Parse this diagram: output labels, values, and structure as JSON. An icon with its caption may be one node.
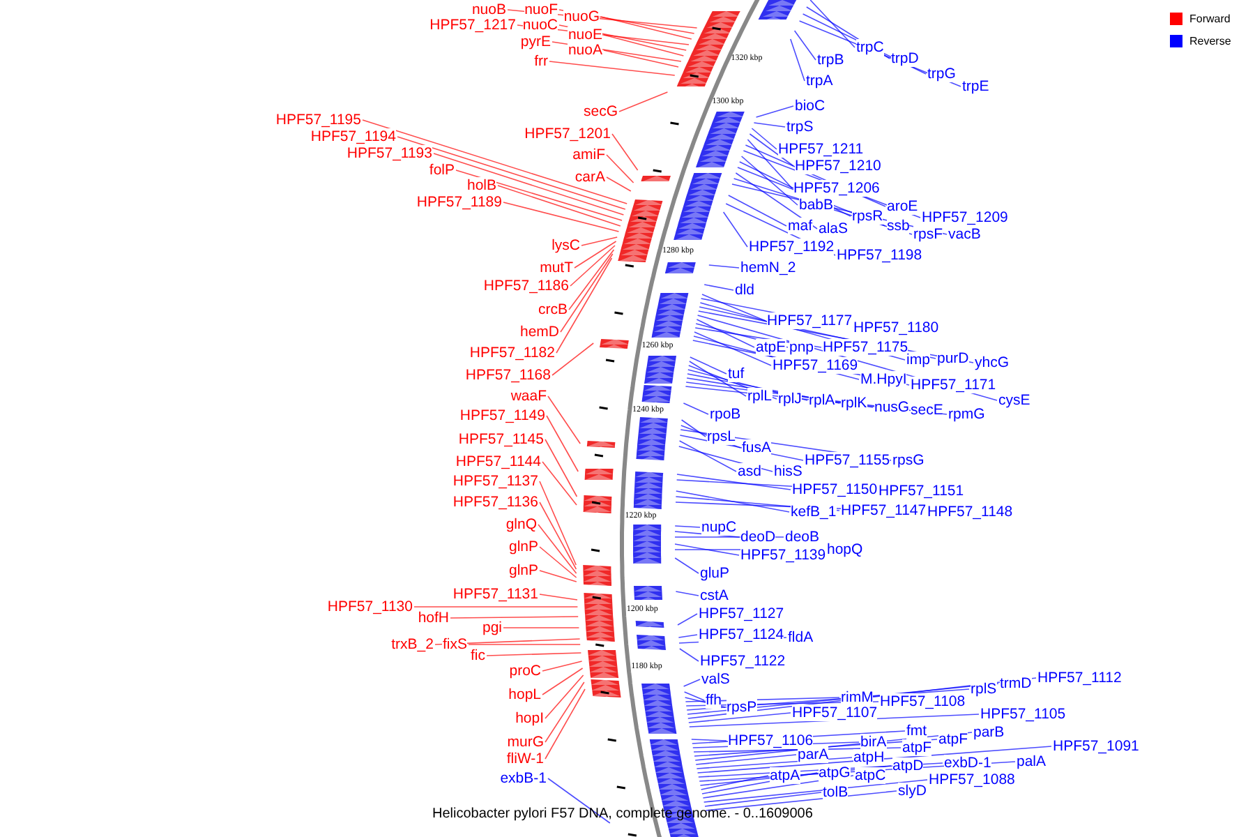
{
  "diagram": {
    "caption": "Helicobacter pylori F57 DNA, complete genome. - 0..1609006",
    "nodes": [
      {
        "text": [
          "nuoB"
        ]
      },
      {
        "text": [
          "nuoF"
        ]
      },
      {
        "text": [
          "nuoG"
        ]
      },
      {
        "text": [
          "HPF57_1217"
        ]
      },
      {
        "text": [
          "nuoC"
        ]
      },
      {
        "text": [
          "nuoE"
        ]
      },
      {
        "text": [
          "pyrE"
        ]
      },
      {
        "text": [
          "nuoA"
        ]
      },
      {
        "text": [
          "frr"
        ]
      },
      {
        "text": [
          "secG"
        ]
      },
      {
        "text": [
          "HPF57_1201"
        ]
      },
      {
        "text": [
          "amiF"
        ]
      },
      {
        "text": [
          "carA"
        ]
      },
      {
        "text": [
          "HPF57_1195"
        ]
      },
      {
        "text": [
          "HPF57_1194"
        ]
      },
      {
        "text": [
          "HPF57_1193"
        ]
      },
      {
        "text": [
          "folP"
        ]
      },
      {
        "text": [
          "holB"
        ]
      },
      {
        "text": [
          "HPF57_1189"
        ]
      },
      {
        "text": [
          "lysC"
        ]
      },
      {
        "text": [
          "mutT"
        ]
      },
      {
        "text": [
          "HPF57_1186"
        ]
      },
      {
        "text": [
          "crcB"
        ]
      },
      {
        "text": [
          "hemD"
        ]
      },
      {
        "text": [
          "HPF57_1182"
        ]
      },
      {
        "text": [
          "HPF57_1168"
        ]
      },
      {
        "text": [
          "waaF"
        ]
      },
      {
        "text": [
          "HPF57_1149"
        ]
      },
      {
        "text": [
          "HPF57_1145"
        ]
      },
      {
        "text": [
          "HPF57_1144"
        ]
      },
      {
        "text": [
          "HPF57_1137"
        ]
      },
      {
        "text": [
          "HPF57_1136"
        ]
      },
      {
        "text": [
          "glnQ"
        ]
      },
      {
        "text": [
          "glnP"
        ]
      },
      {
        "text": [
          "glnP"
        ]
      },
      {
        "text": [
          "HPF57_1131"
        ]
      },
      {
        "text": [
          "HPF57_1130"
        ]
      },
      {
        "text": [
          "hofH"
        ]
      },
      {
        "text": [
          "pgi"
        ]
      },
      {
        "text": [
          "trxB_2"
        ]
      },
      {
        "text": [
          "fixS"
        ]
      },
      {
        "text": [
          "fic"
        ]
      },
      {
        "text": [
          "proC"
        ]
      },
      {
        "text": [
          "hopL"
        ]
      },
      {
        "text": [
          "hopI"
        ]
      },
      {
        "text": [
          "murG"
        ]
      },
      {
        "text": [
          "fliW-1"
        ]
      },
      {
        "text": [
          "exbB-1"
        ]
      },
      {
        "text": [
          "trpB"
        ]
      },
      {
        "text": [
          "trpA"
        ]
      },
      {
        "text": [
          "trpC"
        ]
      },
      {
        "text": [
          "trpD"
        ]
      },
      {
        "text": [
          "trpG"
        ]
      },
      {
        "text": [
          "trpE"
        ]
      },
      {
        "text": [
          "bioC"
        ]
      },
      {
        "text": [
          "trpS"
        ]
      },
      {
        "text": [
          "HPF57_1211"
        ]
      },
      {
        "text": [
          "HPF57_1210"
        ]
      },
      {
        "text": [
          "HPF57_1206"
        ]
      },
      {
        "text": [
          "babB"
        ]
      },
      {
        "text": [
          "aroE"
        ]
      },
      {
        "text": [
          "HPF57_1209"
        ]
      },
      {
        "text": [
          "rpsR"
        ]
      },
      {
        "text": [
          "maf"
        ]
      },
      {
        "text": [
          "alaS"
        ]
      },
      {
        "text": [
          "ssb"
        ]
      },
      {
        "text": [
          "rpsF"
        ]
      },
      {
        "text": [
          "vacB"
        ]
      },
      {
        "text": [
          "HPF57_1192"
        ]
      },
      {
        "text": [
          "HPF57_1198"
        ]
      },
      {
        "text": [
          "hemN_2"
        ]
      },
      {
        "text": [
          "dld"
        ]
      },
      {
        "text": [
          "HPF57_1177"
        ]
      },
      {
        "text": [
          "HPF57_1180"
        ]
      },
      {
        "text": [
          "atpE"
        ]
      },
      {
        "text": [
          "pnp"
        ]
      },
      {
        "text": [
          "HPF57_1175"
        ]
      },
      {
        "text": [
          "imp"
        ]
      },
      {
        "text": [
          "purD"
        ]
      },
      {
        "text": [
          "yhcG"
        ]
      },
      {
        "text": [
          "HPF57_1169"
        ]
      },
      {
        "text": [
          "M.HpyI"
        ]
      },
      {
        "text": [
          "HPF57_1171"
        ]
      },
      {
        "text": [
          "cysE"
        ]
      },
      {
        "text": [
          "tuf"
        ]
      },
      {
        "text": [
          "rplL"
        ]
      },
      {
        "text": [
          "rplJ"
        ]
      },
      {
        "text": [
          "rplA"
        ]
      },
      {
        "text": [
          "rplK"
        ]
      },
      {
        "text": [
          "nusG"
        ]
      },
      {
        "text": [
          "secE"
        ]
      },
      {
        "text": [
          "rpmG"
        ]
      },
      {
        "text": [
          "rpoB"
        ]
      },
      {
        "text": [
          "rpsL"
        ]
      },
      {
        "text": [
          "fusA"
        ]
      },
      {
        "text": [
          "asd"
        ]
      },
      {
        "text": [
          "hisS"
        ]
      },
      {
        "text": [
          "HPF57_1155"
        ]
      },
      {
        "text": [
          "rpsG"
        ]
      },
      {
        "text": [
          "HPF57_1150"
        ]
      },
      {
        "text": [
          "HPF57_1151"
        ]
      },
      {
        "text": [
          "kefB_1"
        ]
      },
      {
        "text": [
          "HPF57_1147"
        ]
      },
      {
        "text": [
          "HPF57_1148"
        ]
      },
      {
        "text": [
          "nupC"
        ]
      },
      {
        "text": [
          "deoD"
        ]
      },
      {
        "text": [
          "deoB"
        ]
      },
      {
        "text": [
          "HPF57_1139"
        ]
      },
      {
        "text": [
          "hopQ"
        ]
      },
      {
        "text": [
          "gluP"
        ]
      },
      {
        "text": [
          "cstA"
        ]
      },
      {
        "text": [
          "HPF57_1127"
        ]
      },
      {
        "text": [
          "HPF57_1124"
        ]
      },
      {
        "text": [
          "fldA"
        ]
      },
      {
        "text": [
          "HPF57_1122"
        ]
      },
      {
        "text": [
          "valS"
        ]
      },
      {
        "text": [
          "ffh"
        ]
      },
      {
        "text": [
          "rpsP"
        ]
      },
      {
        "text": [
          "rimM"
        ]
      },
      {
        "text": [
          "HPF57_1108"
        ]
      },
      {
        "text": [
          "rplS"
        ]
      },
      {
        "text": [
          "trmD"
        ]
      },
      {
        "text": [
          "HPF57_1112"
        ]
      },
      {
        "text": [
          "HPF57_1107"
        ]
      },
      {
        "text": [
          "HPF57_1105"
        ]
      },
      {
        "text": [
          "HPF57_1106"
        ]
      },
      {
        "text": [
          "fmt"
        ]
      },
      {
        "text": [
          "birA"
        ]
      },
      {
        "text": [
          "atpF"
        ]
      },
      {
        "text": [
          "atpF"
        ]
      },
      {
        "text": [
          "parB"
        ]
      },
      {
        "text": [
          "parA"
        ]
      },
      {
        "text": [
          "atpH"
        ]
      },
      {
        "text": [
          "HPF57_1091"
        ]
      },
      {
        "text": [
          "exbD-1"
        ]
      },
      {
        "text": [
          "palA"
        ]
      },
      {
        "text": [
          "atpD"
        ]
      },
      {
        "text": [
          "atpA"
        ]
      },
      {
        "text": [
          "atpG"
        ]
      },
      {
        "text": [
          "atpC"
        ]
      },
      {
        "text": [
          "HPF57_1088"
        ]
      },
      {
        "text": [
          "tolB"
        ]
      },
      {
        "text": [
          "slyD"
        ]
      }
    ],
    "edges": [
      {
        "from": 0,
        "to": null,
        "arrow": "none",
        "color": "#ff0000"
      },
      {
        "from": 1,
        "to": null,
        "arrow": "none",
        "color": "#ff0000"
      },
      {
        "from": 2,
        "to": null,
        "arrow": "none",
        "color": "#ff0000"
      },
      {
        "from": 3,
        "to": null,
        "arrow": "none",
        "color": "#ff0000"
      },
      {
        "from": 4,
        "to": null,
        "arrow": "none",
        "color": "#ff0000"
      },
      {
        "from": 5,
        "to": null,
        "arrow": "none",
        "color": "#ff0000"
      },
      {
        "from": 6,
        "to": null,
        "arrow": "none",
        "color": "#ff0000"
      },
      {
        "from": 7,
        "to": null,
        "arrow": "none",
        "color": "#ff0000"
      },
      {
        "from": 8,
        "to": null,
        "arrow": "none",
        "color": "#ff0000"
      },
      {
        "from": 9,
        "to": null,
        "arrow": "none",
        "color": "#ff0000"
      },
      {
        "from": 10,
        "to": null,
        "arrow": "none",
        "color": "#ff0000"
      },
      {
        "from": 11,
        "to": null,
        "arrow": "none",
        "color": "#ff0000"
      },
      {
        "from": 12,
        "to": null,
        "arrow": "none",
        "color": "#ff0000"
      },
      {
        "from": 13,
        "to": null,
        "arrow": "none",
        "color": "#ff0000"
      },
      {
        "from": 14,
        "to": null,
        "arrow": "none",
        "color": "#ff0000"
      },
      {
        "from": 15,
        "to": null,
        "arrow": "none",
        "color": "#ff0000"
      },
      {
        "from": 16,
        "to": null,
        "arrow": "none",
        "color": "#ff0000"
      },
      {
        "from": 17,
        "to": null,
        "arrow": "none",
        "color": "#ff0000"
      },
      {
        "from": 18,
        "to": null,
        "arrow": "none",
        "color": "#ff0000"
      },
      {
        "from": 19,
        "to": null,
        "arrow": "none",
        "color": "#ff0000"
      },
      {
        "from": 20,
        "to": null,
        "arrow": "none",
        "color": "#ff0000"
      },
      {
        "from": 21,
        "to": null,
        "arrow": "none",
        "color": "#ff0000"
      },
      {
        "from": 22,
        "to": null,
        "arrow": "none",
        "color": "#ff0000"
      },
      {
        "from": 23,
        "to": null,
        "arrow": "none",
        "color": "#ff0000"
      },
      {
        "from": 24,
        "to": null,
        "arrow": "none",
        "color": "#ff0000"
      },
      {
        "from": 25,
        "to": null,
        "arrow": "none",
        "color": "#ff0000"
      },
      {
        "from": 26,
        "to": null,
        "arrow": "none",
        "color": "#ff0000"
      },
      {
        "from": 27,
        "to": null,
        "arrow": "none",
        "color": "#ff0000"
      },
      {
        "from": 28,
        "to": null,
        "arrow": "none",
        "color": "#ff0000"
      },
      {
        "from": 29,
        "to": null,
        "arrow": "none",
        "color": "#ff0000"
      },
      {
        "from": 30,
        "to": null,
        "arrow": "none",
        "color": "#ff0000"
      },
      {
        "from": 31,
        "to": null,
        "arrow": "none",
        "color": "#ff0000"
      },
      {
        "from": 32,
        "to": null,
        "arrow": "none",
        "color": "#ff0000"
      },
      {
        "from": 33,
        "to": null,
        "arrow": "none",
        "color": "#ff0000"
      },
      {
        "from": 34,
        "to": null,
        "arrow": "none",
        "color": "#ff0000"
      },
      {
        "from": 35,
        "to": null,
        "arrow": "none",
        "color": "#ff0000"
      },
      {
        "from": 36,
        "to": null,
        "arrow": "none",
        "color": "#ff0000"
      },
      {
        "from": 37,
        "to": null,
        "arrow": "none",
        "color": "#ff0000"
      },
      {
        "from": 38,
        "to": null,
        "arrow": "none",
        "color": "#ff0000"
      },
      {
        "from": 39,
        "to": null,
        "arrow": "none",
        "color": "#ff0000"
      },
      {
        "from": 40,
        "to": null,
        "arrow": "none",
        "color": "#ff0000"
      },
      {
        "from": 41,
        "to": null,
        "arrow": "none",
        "color": "#ff0000"
      },
      {
        "from": 42,
        "to": null,
        "arrow": "none",
        "color": "#ff0000"
      },
      {
        "from": 43,
        "to": null,
        "arrow": "none",
        "color": "#ff0000"
      },
      {
        "from": 44,
        "to": null,
        "arrow": "none",
        "color": "#ff0000"
      },
      {
        "from": 45,
        "to": null,
        "arrow": "none",
        "color": "#ff0000"
      },
      {
        "from": 46,
        "to": null,
        "arrow": "none",
        "color": "#ff0000"
      },
      {
        "from": 47,
        "to": null,
        "arrow": "none"
      },
      {
        "from": 48,
        "to": null,
        "arrow": "none"
      },
      {
        "from": 49,
        "to": null,
        "arrow": "none"
      },
      {
        "from": 50,
        "to": null,
        "arrow": "none"
      },
      {
        "from": 51,
        "to": null,
        "arrow": "none"
      },
      {
        "from": 52,
        "to": null,
        "arrow": "none"
      },
      {
        "from": 53,
        "to": null,
        "arrow": "none"
      },
      {
        "from": 54,
        "to": null,
        "arrow": "none"
      },
      {
        "from": 55,
        "to": null,
        "arrow": "none"
      },
      {
        "from": 56,
        "to": null,
        "arrow": "none"
      },
      {
        "from": 57,
        "to": null,
        "arrow": "none"
      },
      {
        "from": 58,
        "to": null,
        "arrow": "none"
      },
      {
        "from": 59,
        "to": null,
        "arrow": "none"
      },
      {
        "from": 60,
        "to": null,
        "arrow": "none"
      },
      {
        "from": 61,
        "to": null,
        "arrow": "none"
      },
      {
        "from": 62,
        "to": null,
        "arrow": "none"
      },
      {
        "from": 63,
        "to": null,
        "arrow": "none"
      },
      {
        "from": 64,
        "to": null,
        "arrow": "none"
      },
      {
        "from": 65,
        "to": null,
        "arrow": "none"
      },
      {
        "from": 66,
        "to": null,
        "arrow": "none"
      },
      {
        "from": 67,
        "to": null,
        "arrow": "none"
      },
      {
        "from": 68,
        "to": null,
        "arrow": "none"
      },
      {
        "from": 69,
        "to": null,
        "arrow": "none"
      },
      {
        "from": 70,
        "to": null,
        "arrow": "none"
      },
      {
        "from": 71,
        "to": null,
        "arrow": "none"
      },
      {
        "from": 72,
        "to": null,
        "arrow": "none"
      },
      {
        "from": 73,
        "to": null,
        "arrow": "none"
      },
      {
        "from": 74,
        "to": null,
        "arrow": "none"
      },
      {
        "from": 75,
        "to": null,
        "arrow": "none"
      },
      {
        "from": 76,
        "to": null,
        "arrow": "none"
      },
      {
        "from": 77,
        "to": null,
        "arrow": "none"
      },
      {
        "from": 78,
        "to": null,
        "arrow": "none"
      },
      {
        "from": 79,
        "to": null,
        "arrow": "none"
      },
      {
        "from": 80,
        "to": null,
        "arrow": "none"
      },
      {
        "from": 81,
        "to": null,
        "arrow": "none"
      },
      {
        "from": 82,
        "to": null,
        "arrow": "none"
      },
      {
        "from": 83,
        "to": null,
        "arrow": "none"
      },
      {
        "from": 84,
        "to": null,
        "arrow": "none"
      },
      {
        "from": 85,
        "to": null,
        "arrow": "none"
      },
      {
        "from": 86,
        "to": null,
        "arrow": "none"
      },
      {
        "from": 87,
        "to": null,
        "arrow": "none"
      },
      {
        "from": 88,
        "to": null,
        "arrow": "none"
      },
      {
        "from": 89,
        "to": null,
        "arrow": "none"
      },
      {
        "from": 90,
        "to": null,
        "arrow": "none"
      },
      {
        "from": 91,
        "to": null,
        "arrow": "none"
      },
      {
        "from": 92,
        "to": null,
        "arrow": "none"
      },
      {
        "from": 93,
        "to": null,
        "arrow": "none"
      },
      {
        "from": 94,
        "to": null,
        "arrow": "none"
      },
      {
        "from": 95,
        "to": null,
        "arrow": "none"
      },
      {
        "from": 96,
        "to": null,
        "arrow": "none"
      },
      {
        "from": 97,
        "to": null,
        "arrow": "none"
      },
      {
        "from": 98,
        "to": null,
        "arrow": "none"
      },
      {
        "from": 99,
        "to": null,
        "arrow": "none"
      },
      {
        "from": 100,
        "to": null,
        "arrow": "none"
      },
      {
        "from": 101,
        "to": null,
        "arrow": "none"
      },
      {
        "from": 102,
        "to": null,
        "arrow": "none"
      },
      {
        "from": 103,
        "to": null,
        "arrow": "none"
      },
      {
        "from": 104,
        "to": null,
        "arrow": "none"
      },
      {
        "from": 105,
        "to": null,
        "arrow": "none"
      },
      {
        "from": 106,
        "to": null,
        "arrow": "none"
      },
      {
        "from": 107,
        "to": null,
        "arrow": "none"
      },
      {
        "from": 108,
        "to": null,
        "arrow": "none"
      },
      {
        "from": 109,
        "to": null,
        "arrow": "none"
      },
      {
        "from": 110,
        "to": null,
        "arrow": "none"
      },
      {
        "from": 111,
        "to": null,
        "arrow": "none"
      },
      {
        "from": 112,
        "to": null,
        "arrow": "none"
      },
      {
        "from": 113,
        "to": null,
        "arrow": "none"
      },
      {
        "from": 114,
        "to": null,
        "arrow": "none"
      },
      {
        "from": 115,
        "to": null,
        "arrow": "none"
      },
      {
        "from": 116,
        "to": null,
        "arrow": "none"
      },
      {
        "from": 117,
        "to": null,
        "arrow": "none"
      },
      {
        "from": 118,
        "to": null,
        "arrow": "none"
      },
      {
        "from": 119,
        "to": null,
        "arrow": "none"
      },
      {
        "from": 120,
        "to": null,
        "arrow": "none"
      },
      {
        "from": 121,
        "to": null,
        "arrow": "none"
      },
      {
        "from": 122,
        "to": null,
        "arrow": "none"
      },
      {
        "from": 123,
        "to": null,
        "arrow": "none"
      },
      {
        "from": 124,
        "to": null,
        "arrow": "none"
      },
      {
        "from": 125,
        "to": null,
        "arrow": "none"
      },
      {
        "from": 126,
        "to": null,
        "arrow": "none"
      },
      {
        "from": 127,
        "to": null,
        "arrow": "none"
      },
      {
        "from": 128,
        "to": null,
        "arrow": "none"
      },
      {
        "from": 129,
        "to": null,
        "arrow": "none"
      },
      {
        "from": 130,
        "to": null,
        "arrow": "none"
      },
      {
        "from": 131,
        "to": null,
        "arrow": "none"
      },
      {
        "from": 132,
        "to": null,
        "arrow": "none"
      },
      {
        "from": 133,
        "to": null,
        "arrow": "none"
      },
      {
        "from": 134,
        "to": null,
        "arrow": "none"
      },
      {
        "from": 135,
        "to": null,
        "arrow": "none"
      },
      {
        "from": 136,
        "to": null,
        "arrow": "none"
      },
      {
        "from": 137,
        "to": null,
        "arrow": "none"
      },
      {
        "from": 138,
        "to": null,
        "arrow": "none"
      },
      {
        "from": 139,
        "to": null,
        "arrow": "none"
      },
      {
        "from": 140,
        "to": null,
        "arrow": "none"
      },
      {
        "from": 141,
        "to": null,
        "arrow": "none"
      },
      {
        "from": 142,
        "to": null,
        "arrow": "none"
      }
    ],
    "labels": [
      "1320 kbp",
      "1300 kbp",
      "1280 kbp",
      "1260 kbp",
      "1240 kbp",
      "1220 kbp",
      "1200 kbp",
      "1180 kbp"
    ],
    "legend": [
      {
        "text": "Forward",
        "color": "#ff0000"
      },
      {
        "text": "Reverse",
        "color": "#0000ff"
      }
    ]
  }
}
